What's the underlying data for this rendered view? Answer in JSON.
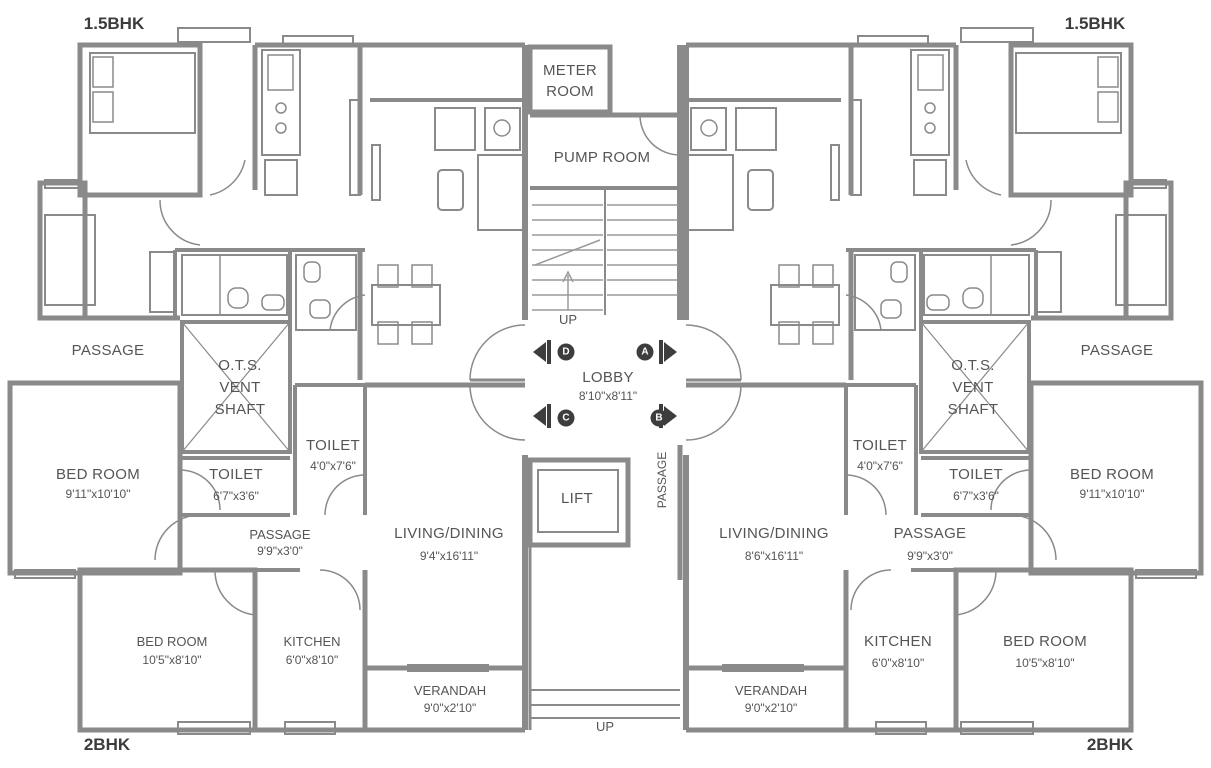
{
  "units": {
    "top_left": "1.5BHK",
    "top_right": "1.5BHK",
    "bottom_left": "2BHK",
    "bottom_right": "2BHK"
  },
  "center": {
    "meter_room": [
      "METER",
      "ROOM"
    ],
    "pump_room": "PUMP ROOM",
    "up_top": "UP",
    "lobby": "LOBBY",
    "lobby_dim": "8'10\"x8'11\"",
    "lift": "LIFT",
    "passage": "PASSAGE",
    "up_bottom": "UP",
    "doors": [
      "A",
      "B",
      "C",
      "D"
    ]
  },
  "left": {
    "passage": "PASSAGE",
    "ots": [
      "O.T.S.",
      "VENT",
      "SHAFT"
    ],
    "bed1": "BED ROOM",
    "bed1_dim": "9'11\"x10'10\"",
    "toilet1": "TOILET",
    "toilet1_dim": "6'7\"x3'6\"",
    "toilet2": "TOILET",
    "toilet2_dim": "4'0\"x7'6\"",
    "passage2": "PASSAGE",
    "passage2_dim": "9'9\"x3'0\"",
    "living": "LIVING/DINING",
    "living_dim": "9'4\"x16'11\"",
    "bed2": "BED ROOM",
    "bed2_dim": "10'5\"x8'10\"",
    "kitchen": "KITCHEN",
    "kitchen_dim": "6'0\"x8'10\"",
    "verandah": "VERANDAH",
    "verandah_dim": "9'0\"x2'10\""
  },
  "right": {
    "passage": "PASSAGE",
    "ots": [
      "O.T.S.",
      "VENT",
      "SHAFT"
    ],
    "bed1": "BED ROOM",
    "bed1_dim": "9'11\"x10'10\"",
    "toilet1": "TOILET",
    "toilet1_dim": "6'7\"x3'6\"",
    "toilet2": "TOILET",
    "toilet2_dim": "4'0\"x7'6\"",
    "passage2": "PASSAGE",
    "passage2_dim": "9'9\"x3'0\"",
    "living": "LIVING/DINING",
    "living_dim": "8'6\"x16'11\"",
    "bed2": "BED ROOM",
    "bed2_dim": "10'5\"x8'10\"",
    "kitchen": "KITCHEN",
    "kitchen_dim": "6'0\"x8'10\"",
    "verandah": "VERANDAH",
    "verandah_dim": "9'0\"x2'10\""
  }
}
